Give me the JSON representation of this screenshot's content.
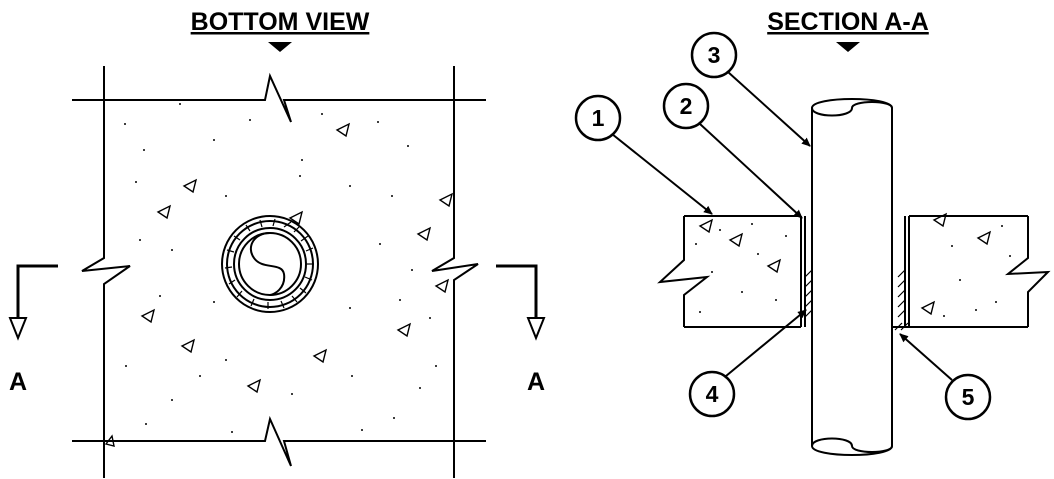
{
  "titles": {
    "bottom_view": "BOTTOM VIEW",
    "section_aa": "SECTION A-A"
  },
  "section_markers": {
    "left": "A",
    "right": "A"
  },
  "callouts": [
    {
      "id": "1",
      "label": "1"
    },
    {
      "id": "2",
      "label": "2"
    },
    {
      "id": "3",
      "label": "3"
    },
    {
      "id": "4",
      "label": "4"
    },
    {
      "id": "5",
      "label": "5"
    }
  ],
  "colors": {
    "ink": "#000000",
    "paper": "#ffffff"
  }
}
